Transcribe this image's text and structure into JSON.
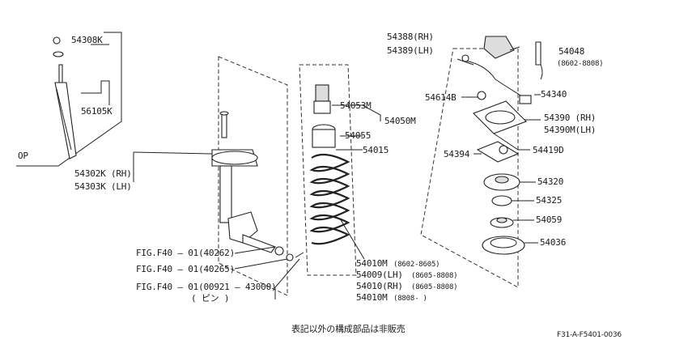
{
  "labels": {
    "l54308k": "54308K",
    "l56105k": "56105K",
    "op": "OP",
    "l54302k": "54302K (RH)",
    "l54303k": "54303K (LH)",
    "fig1": "FIG.F40 — 01(40262)",
    "fig2": "FIG.F40 — 01(40265)",
    "fig3": "FIG.F40 — 01(00921 — 43000)",
    "fig3b": "( ピン )",
    "l54053m": "54053M",
    "l54050m": "54050M",
    "l54055": "54055",
    "l54015": "54015",
    "l54010m1": "54010M",
    "l54010m1r": "(8602-8605)",
    "l54009": "54009(LH)",
    "l54009r": "(8605-8808)",
    "l54010": "54010(RH)",
    "l54010r": "(8605-8808)",
    "l54010m2": "54010M",
    "l54010m2r": "(8808-        )",
    "l54388": "54388(RH)",
    "l54389": "54389(LH)",
    "l54048": "54048",
    "l54048r": "(8602-8808)",
    "l54340": "54340",
    "l54614b": "54614B",
    "l54390": "54390  (RH)",
    "l54390m": "54390M(LH)",
    "l54419d": "54419D",
    "l54394": "54394",
    "l54320": "54320",
    "l54325": "54325",
    "l54059": "54059",
    "l54036": "54036"
  },
  "footer": {
    "note": "表記以外の構成部品は非販売",
    "ref": "F31-A-F5401-0036"
  }
}
